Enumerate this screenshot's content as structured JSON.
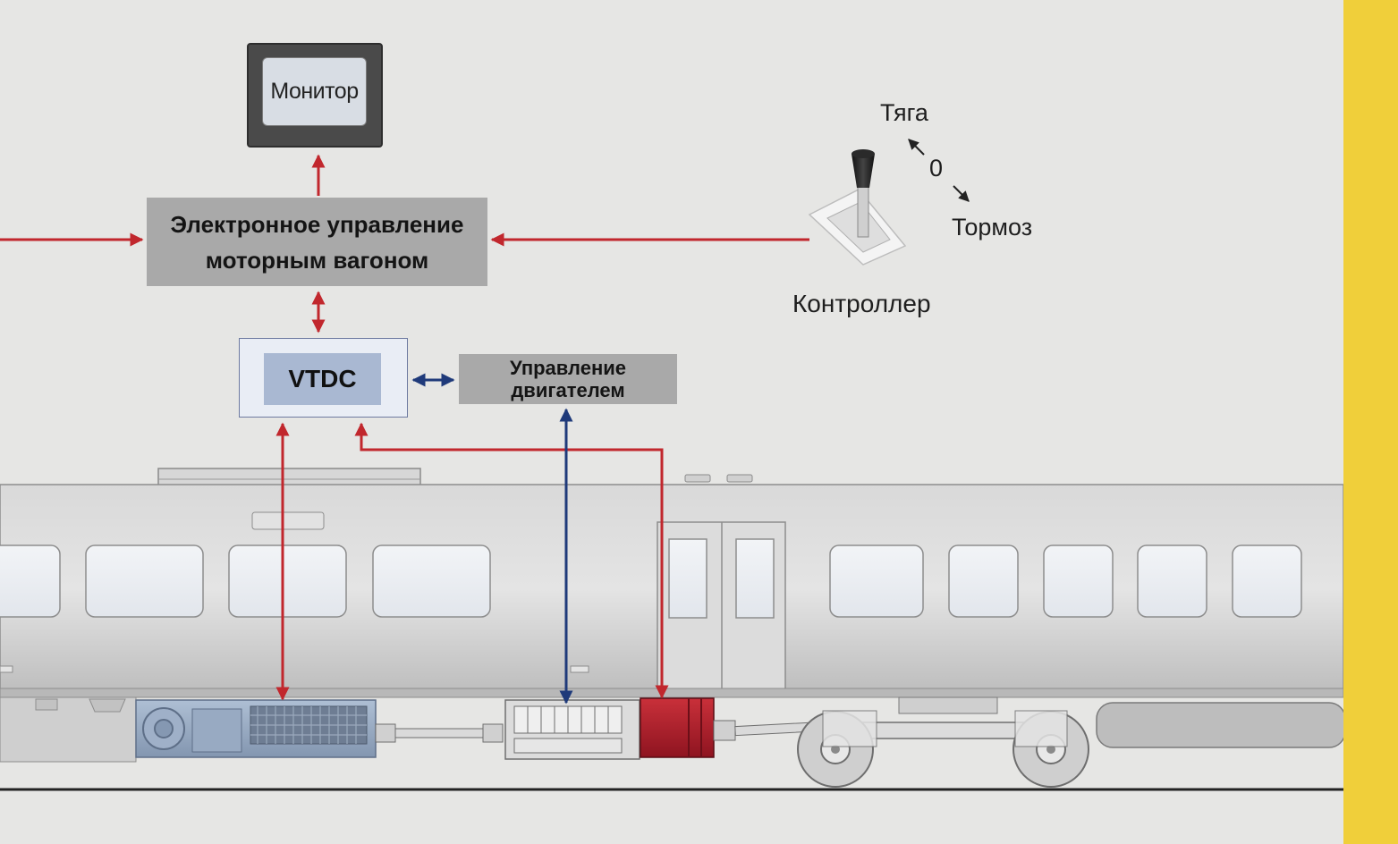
{
  "monitor": {
    "label": "Монитор"
  },
  "ecu": {
    "label": "Электронное управление\nмоторным вагоном"
  },
  "vtdc": {
    "label": "VTDC"
  },
  "engine_control": {
    "label": "Управление\nдвигателем"
  },
  "controller": {
    "label": "Контроллер",
    "traction": "Тяга",
    "neutral": "0",
    "brake": "Тормоз"
  },
  "colors": {
    "control_arrow": "#c1272d",
    "engine_arrow": "#1f3a7a",
    "accent_bar": "#f0cf3a",
    "background": "#e6e6e4",
    "box_gray": "#a9a9a9",
    "vtdc_blue": "#a9b8d2",
    "traction_motor": "#b01e2a"
  }
}
